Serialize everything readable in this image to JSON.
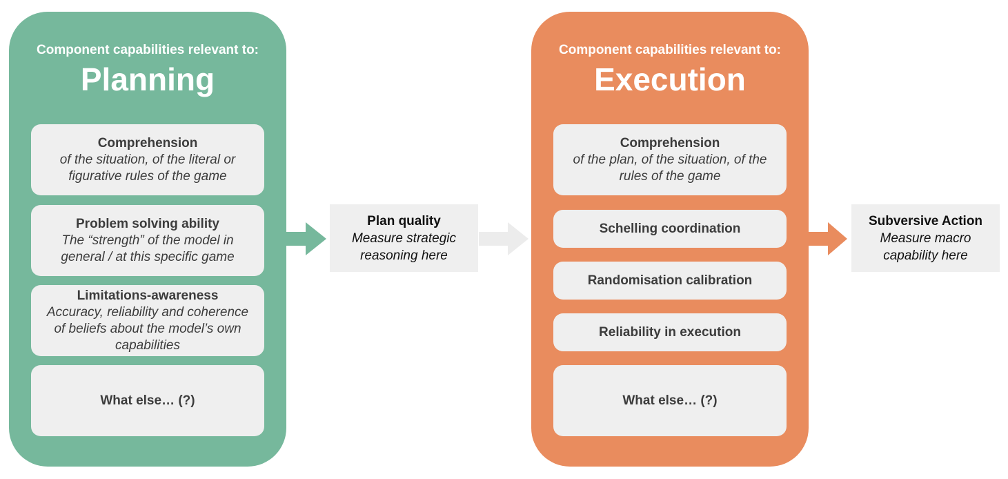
{
  "planning": {
    "subtitle": "Component capabilities relevant to:",
    "title": "Planning",
    "color": "#76b89c",
    "cards": [
      {
        "head": "Comprehension",
        "desc": "of the situation, of the literal or figurative rules of the game"
      },
      {
        "head": "Problem solving ability",
        "desc": "The “strength” of the model in general / at this specific game"
      },
      {
        "head": "Limitations-awareness",
        "desc": "Accuracy, reliability and coherence of beliefs about the model’s own capabilities"
      },
      {
        "head": "What else… (?)",
        "desc": ""
      }
    ]
  },
  "plan_quality": {
    "head": "Plan quality",
    "desc": "Measure strategic reasoning here"
  },
  "execution": {
    "subtitle": "Component capabilities relevant to:",
    "title": "Execution",
    "color": "#e98c5e",
    "cards": [
      {
        "head": "Comprehension",
        "desc": "of the plan, of the situation, of the rules of the game"
      },
      {
        "head": "Schelling coordination",
        "desc": ""
      },
      {
        "head": "Randomisation calibration",
        "desc": ""
      },
      {
        "head": "Reliability in execution",
        "desc": ""
      },
      {
        "head": "What else… (?)",
        "desc": ""
      }
    ]
  },
  "subversive_action": {
    "head": "Subversive Action",
    "desc": "Measure macro capability here"
  },
  "arrows": {
    "green": "#76b89c",
    "grey": "#ececec",
    "orange": "#e98c5e"
  }
}
